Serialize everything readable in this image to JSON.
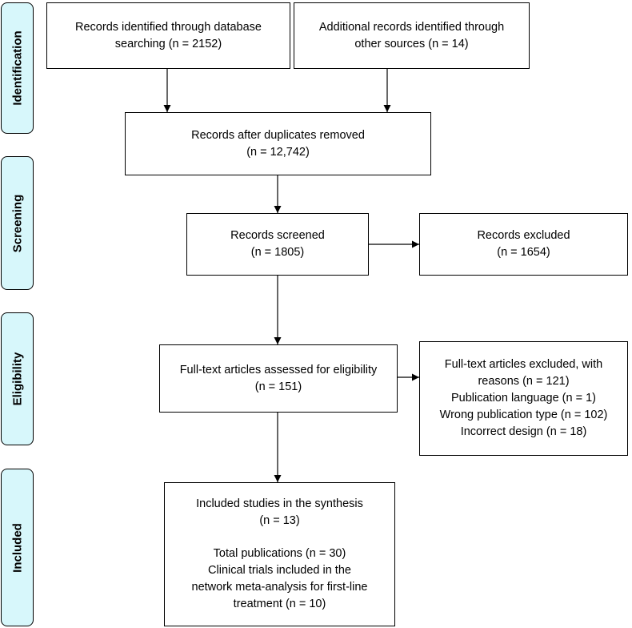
{
  "stages": {
    "identification": "Identification",
    "screening": "Screening",
    "eligibility": "Eligibility",
    "included": "Included"
  },
  "boxes": {
    "database_records": [
      "Records identified through database",
      "searching (n = 2152)"
    ],
    "other_records": [
      "Additional records identified through",
      "other sources (n = 14)"
    ],
    "after_duplicates": [
      "Records after duplicates removed",
      "(n = 12,742)"
    ],
    "screened": [
      "Records screened",
      "(n = 1805)"
    ],
    "excluded": [
      "Records excluded",
      "(n = 1654)"
    ],
    "fulltext_assessed": [
      "Full-text articles assessed for eligibility",
      "(n = 151)"
    ],
    "fulltext_excluded": [
      "Full-text articles excluded, with",
      "reasons (n = 121)",
      "Publication language (n = 1)",
      "Wrong publication type (n = 102)",
      "Incorrect design (n = 18)"
    ],
    "included_top": [
      "Included studies in the synthesis",
      "(n = 13)"
    ],
    "included_bottom": [
      "Total publications (n = 30)",
      "Clinical trials included in the",
      "network meta-analysis for first-line",
      "treatment (n = 10)"
    ]
  }
}
